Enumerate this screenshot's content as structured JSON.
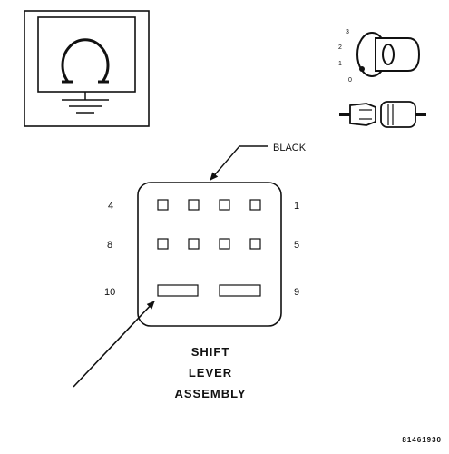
{
  "callout": {
    "label": "BLACK"
  },
  "pin_labels": {
    "top_left": "4",
    "top_right": "1",
    "mid_left": "8",
    "mid_right": "5",
    "bottom_left": "10",
    "bottom_right": "9"
  },
  "title_lines": [
    "SHIFT",
    "LEVER",
    "ASSEMBLY"
  ],
  "switch_positions": [
    "3",
    "2",
    "1",
    "0"
  ],
  "figure_code": "81461930"
}
